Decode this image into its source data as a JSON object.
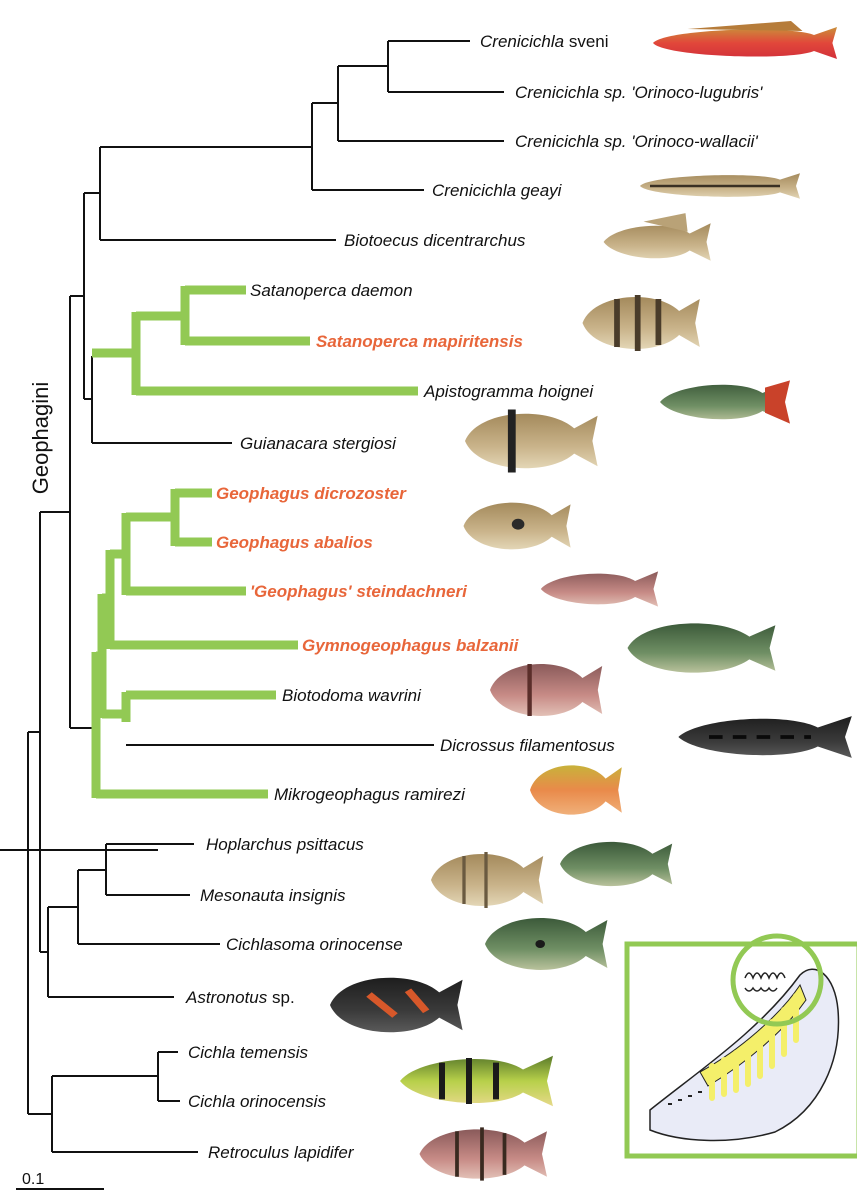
{
  "clade_label": "Geophagini",
  "scale_label": "0.1",
  "colors": {
    "highlight_branch": "#92c954",
    "highlight_text": "#e8663a",
    "branch": "#111111",
    "inset_border": "#92c954",
    "inset_fill": "#e9ebf7",
    "inset_rakers": "#f4ef6a"
  },
  "taxa": [
    {
      "genus": "Crenicichla",
      "epithet": " sveni",
      "highlight": false
    },
    {
      "genus": "Crenicichla",
      "epithet": " sp. 'Orinoco-lugubris'",
      "highlight": false
    },
    {
      "genus": "Crenicichla",
      "epithet": " sp. 'Orinoco-wallacii'",
      "highlight": false
    },
    {
      "genus": "Crenicichla geayi",
      "epithet": "",
      "highlight": false
    },
    {
      "genus": "Biotoecus dicentrarchus",
      "epithet": "",
      "highlight": false
    },
    {
      "genus": "Satanoperca daemon",
      "epithet": "",
      "highlight": false
    },
    {
      "genus": "Satanoperca mapiritensis",
      "epithet": "",
      "highlight": true
    },
    {
      "genus": "Apistogramma hoignei",
      "epithet": "",
      "highlight": false
    },
    {
      "genus": "Guianacara stergiosi",
      "epithet": "",
      "highlight": false
    },
    {
      "genus": "Geophagus dicrozoster",
      "epithet": "",
      "highlight": true
    },
    {
      "genus": "Geophagus abalios",
      "epithet": "",
      "highlight": true
    },
    {
      "genus": "'Geophagus' steindachneri",
      "epithet": "",
      "highlight": true
    },
    {
      "genus": "Gymnogeophagus balzanii",
      "epithet": "",
      "highlight": true
    },
    {
      "genus": "Biotodoma wavrini",
      "epithet": "",
      "highlight": false
    },
    {
      "genus": "Dicrossus filamentosus",
      "epithet": "",
      "highlight": false
    },
    {
      "genus": "Mikrogeophagus ramirezi",
      "epithet": "",
      "highlight": false
    },
    {
      "genus": "Hoplarchus psittacus",
      "epithet": "",
      "highlight": false
    },
    {
      "genus": "Mesonauta insignis",
      "epithet": "",
      "highlight": false
    },
    {
      "genus": "Cichlasoma orinocense",
      "epithet": "",
      "highlight": false
    },
    {
      "genus": "Astronotus",
      "epithet": " sp.",
      "highlight": false
    },
    {
      "genus": "Cichla temensis",
      "epithet": "",
      "highlight": false
    },
    {
      "genus": "Cichla orinocensis",
      "epithet": "",
      "highlight": false
    },
    {
      "genus": "Retroculus lapidifer",
      "epithet": "",
      "highlight": false
    }
  ]
}
